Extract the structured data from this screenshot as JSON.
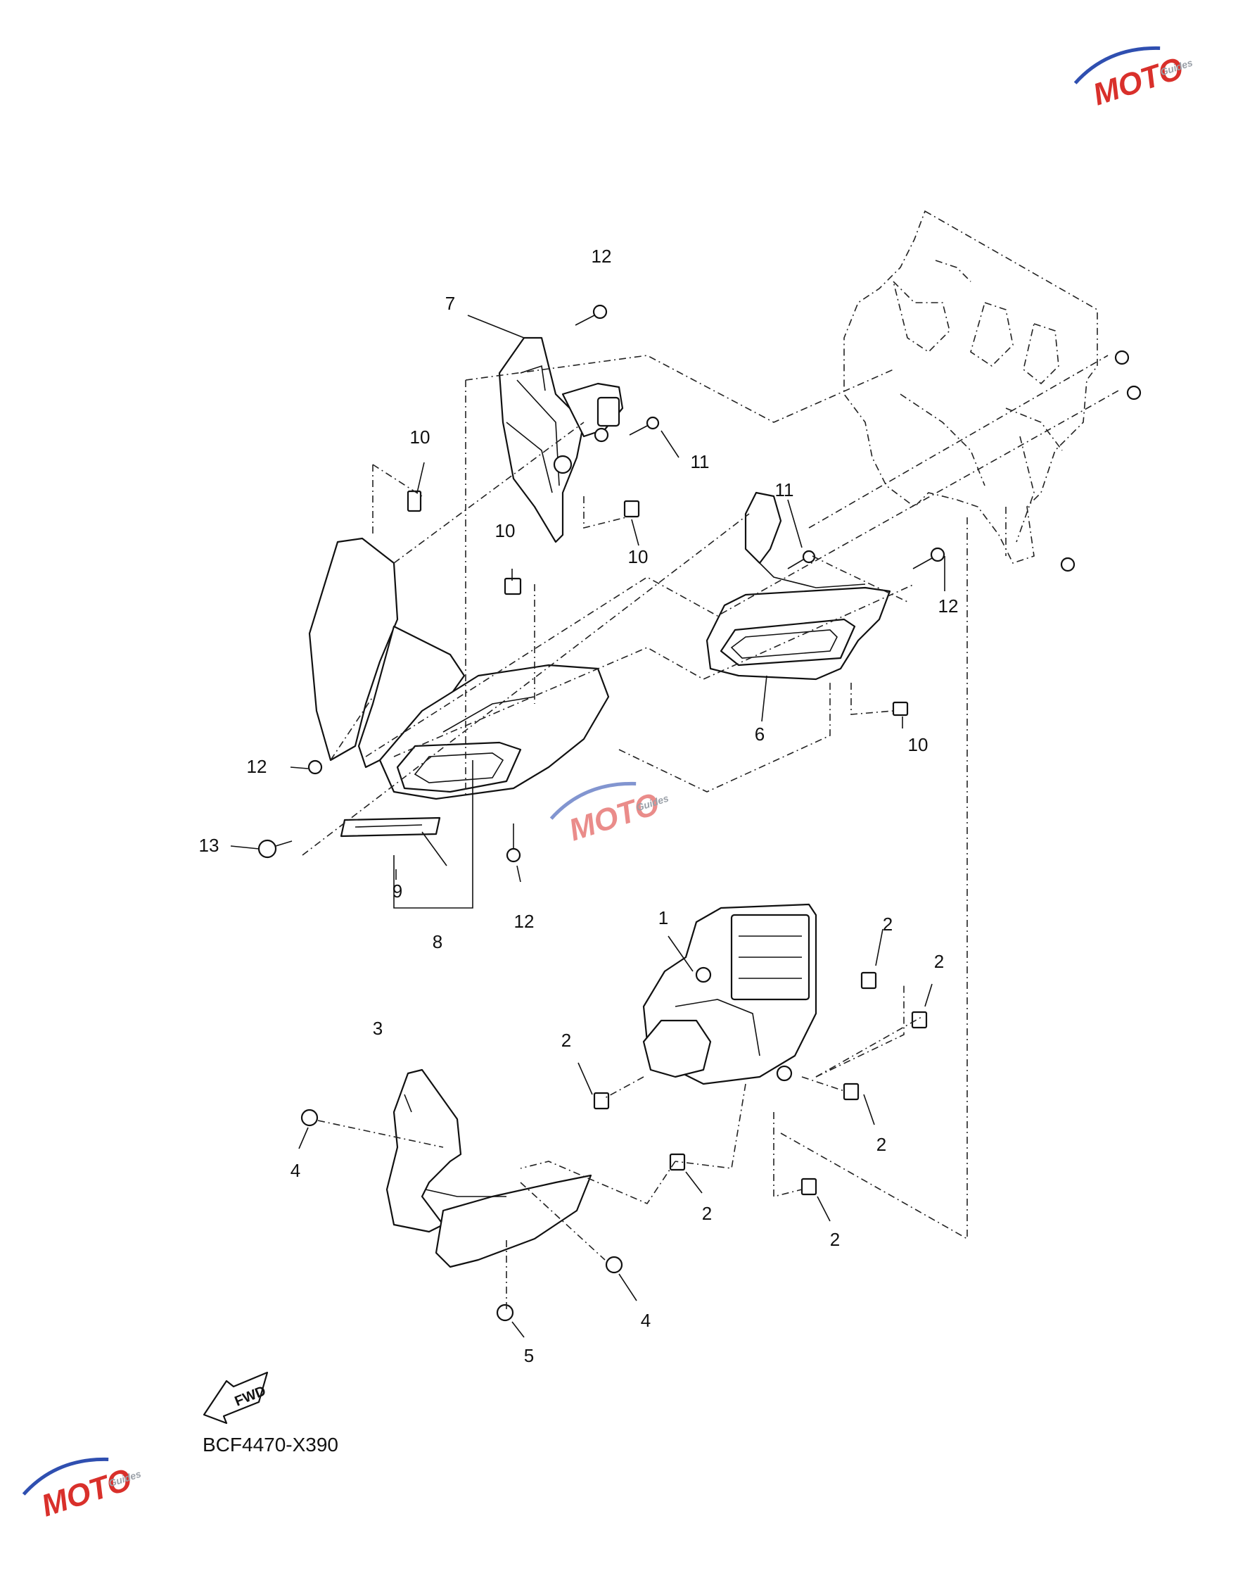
{
  "drawing_code": "BCF4470-X390",
  "fwd_label": "FWD",
  "watermark": {
    "text": "MOTO",
    "subtext": "Guides",
    "colors": {
      "red": "#d9302b",
      "blue": "#2f4fb0",
      "gray": "#9aa0a8"
    }
  },
  "callouts": {
    "c1": "1",
    "c2a": "2",
    "c2b": "2",
    "c2c": "2",
    "c2d": "2",
    "c2e": "2",
    "c2f": "2",
    "c3": "3",
    "c4a": "4",
    "c4b": "4",
    "c5": "5",
    "c6": "6",
    "c7": "7",
    "c8": "8",
    "c9": "9",
    "c10a": "10",
    "c10b": "10",
    "c10c": "10",
    "c10d": "10",
    "c11a": "11",
    "c11b": "11",
    "c12a": "12",
    "c12b": "12",
    "c12c": "12",
    "c12d": "12",
    "c13": "13"
  }
}
